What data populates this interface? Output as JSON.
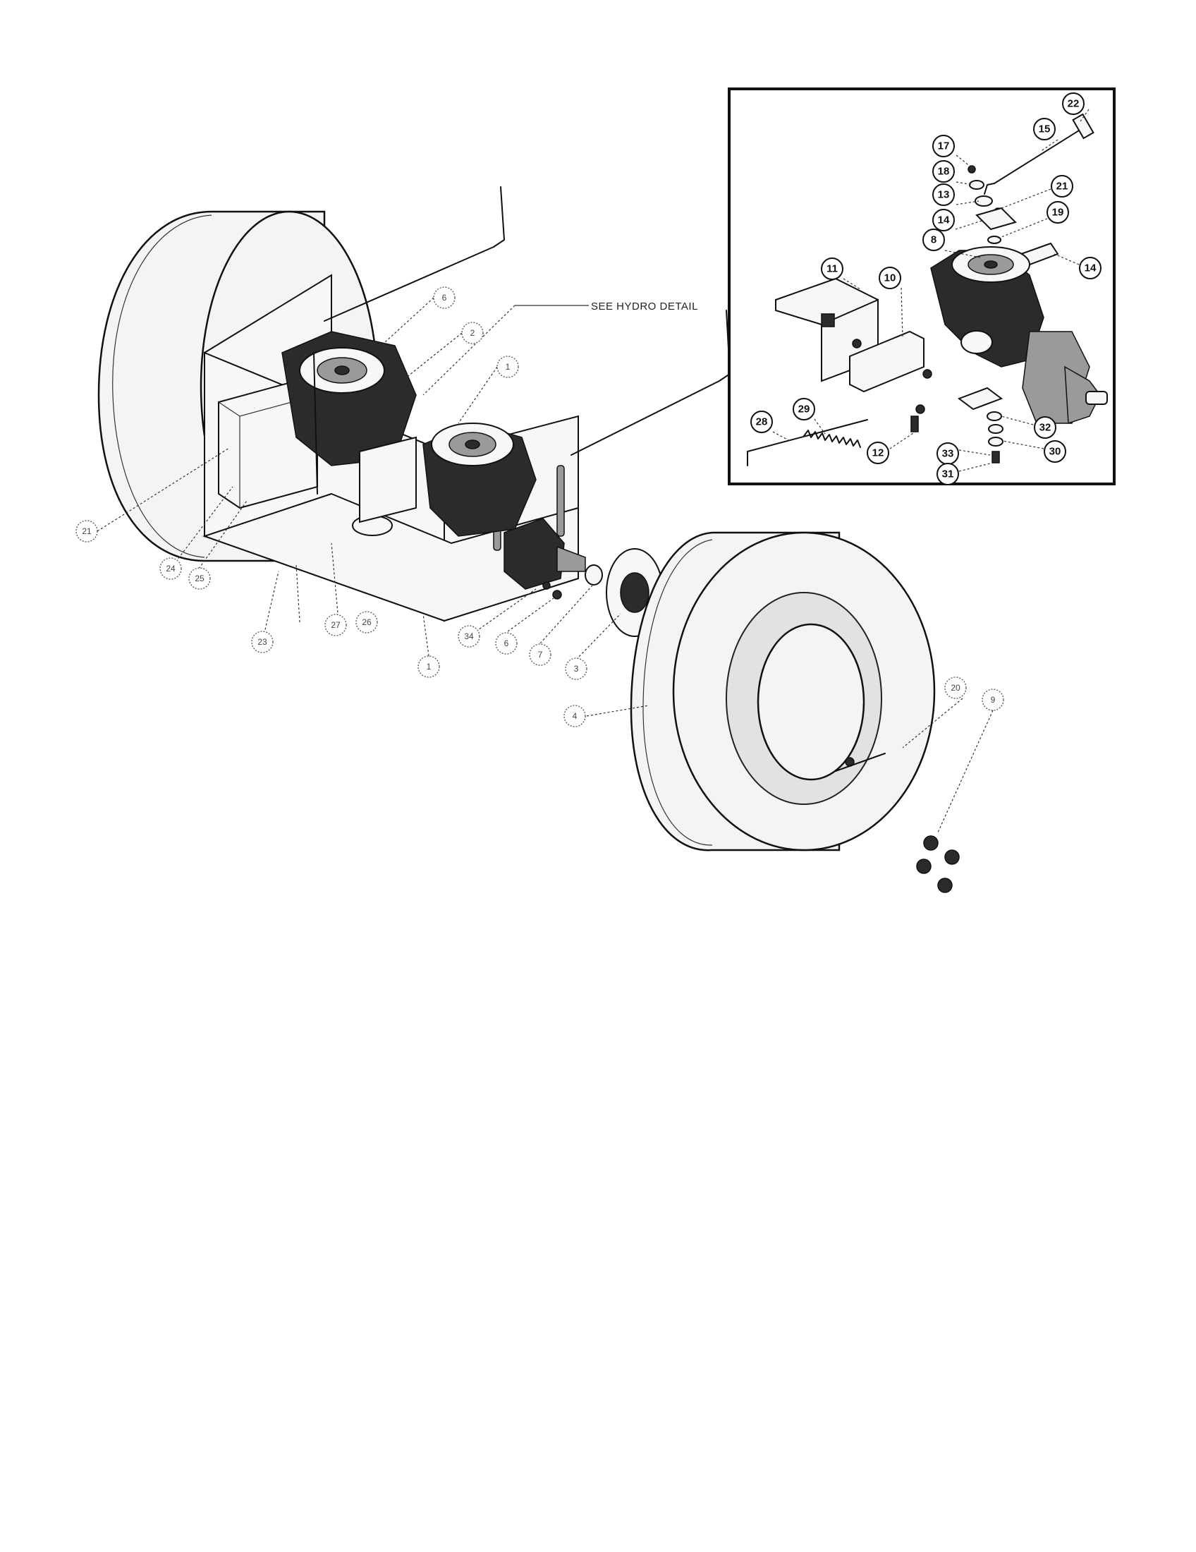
{
  "note": {
    "text": "SEE HYDRO DETAIL"
  },
  "main_callouts": [
    {
      "id": "m1",
      "label": "6"
    },
    {
      "id": "m2",
      "label": "2"
    },
    {
      "id": "m3",
      "label": "1"
    },
    {
      "id": "m4",
      "label": "21"
    },
    {
      "id": "m5",
      "label": "24"
    },
    {
      "id": "m6",
      "label": "25"
    },
    {
      "id": "m7",
      "label": "23"
    },
    {
      "id": "m8",
      "label": "27"
    },
    {
      "id": "m9",
      "label": "26"
    },
    {
      "id": "m10",
      "label": "34"
    },
    {
      "id": "m11",
      "label": "6"
    },
    {
      "id": "m12",
      "label": "7"
    },
    {
      "id": "m13",
      "label": "3"
    },
    {
      "id": "m14",
      "label": "1"
    },
    {
      "id": "m15",
      "label": "4"
    },
    {
      "id": "m16",
      "label": "20"
    },
    {
      "id": "m17",
      "label": "9"
    }
  ],
  "detail_callouts": [
    {
      "id": "d22",
      "label": "22"
    },
    {
      "id": "d15",
      "label": "15"
    },
    {
      "id": "d17",
      "label": "17"
    },
    {
      "id": "d18",
      "label": "18"
    },
    {
      "id": "d13",
      "label": "13"
    },
    {
      "id": "d21",
      "label": "21"
    },
    {
      "id": "d14a",
      "label": "14"
    },
    {
      "id": "d19",
      "label": "19"
    },
    {
      "id": "d8",
      "label": "8"
    },
    {
      "id": "d14b",
      "label": "14"
    },
    {
      "id": "d11",
      "label": "11"
    },
    {
      "id": "d10",
      "label": "10"
    },
    {
      "id": "d29",
      "label": "29"
    },
    {
      "id": "d28",
      "label": "28"
    },
    {
      "id": "d12",
      "label": "12"
    },
    {
      "id": "d32",
      "label": "32"
    },
    {
      "id": "d30",
      "label": "30"
    },
    {
      "id": "d33",
      "label": "33"
    },
    {
      "id": "d31",
      "label": "31"
    }
  ]
}
